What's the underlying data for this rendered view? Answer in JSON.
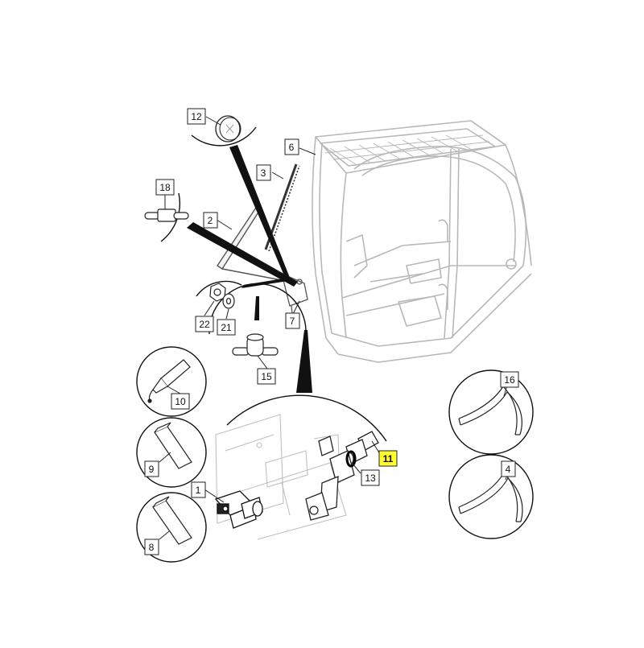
{
  "callouts": [
    {
      "id": "c1",
      "label": "1"
    },
    {
      "id": "c2",
      "label": "2"
    },
    {
      "id": "c3",
      "label": "3"
    },
    {
      "id": "c4",
      "label": "4"
    },
    {
      "id": "c6",
      "label": "6"
    },
    {
      "id": "c7",
      "label": "7"
    },
    {
      "id": "c8",
      "label": "8"
    },
    {
      "id": "c9",
      "label": "9"
    },
    {
      "id": "c10",
      "label": "10"
    },
    {
      "id": "c11",
      "label": "11",
      "highlight": true
    },
    {
      "id": "c12",
      "label": "12"
    },
    {
      "id": "c13",
      "label": "13"
    },
    {
      "id": "c15",
      "label": "15"
    },
    {
      "id": "c16",
      "label": "16"
    },
    {
      "id": "c18",
      "label": "18"
    },
    {
      "id": "c21",
      "label": "21"
    },
    {
      "id": "c22",
      "label": "22"
    }
  ],
  "colors": {
    "line": "#1a1a1a",
    "ghost": "#b4b4b4",
    "highlight": "#ffff33",
    "box_border": "#222222"
  }
}
